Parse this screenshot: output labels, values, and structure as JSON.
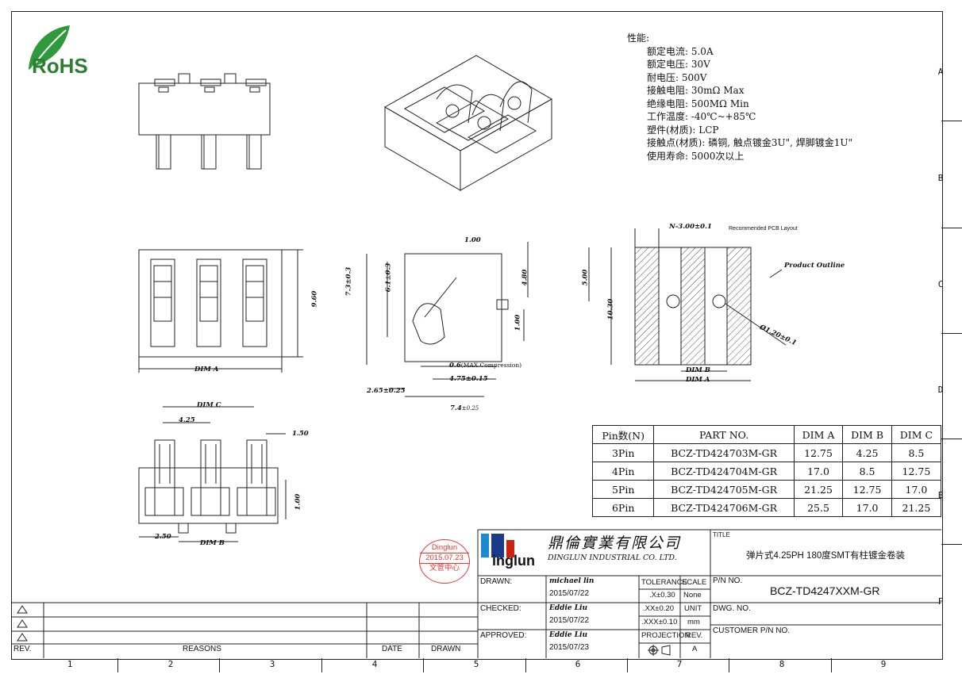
{
  "rohs": {
    "logo_text": "RoHS"
  },
  "specs": {
    "heading": "性能:",
    "lines": [
      "额定电流: 5.0A",
      "额定电压: 30V",
      "耐电压: 500V",
      "接触电阻: 30mΩ Max",
      "绝缘电阻: 500MΩ Min",
      "工作温度: -40℃~+85℃",
      "塑件(材质): LCP",
      "接触点(材质): 磷铜, 触点镀金3U\", 焊脚镀金1U\"",
      "使用寿命: 5000次以上"
    ]
  },
  "row_letters": [
    "A",
    "B",
    "C",
    "D",
    "E",
    "F"
  ],
  "col_numbers": [
    "1",
    "2",
    "3",
    "4",
    "5",
    "6",
    "7",
    "8",
    "9"
  ],
  "dims": {
    "front_dim_a": "DIM A",
    "front_960": "9.60",
    "side_100": "1.00",
    "side_480": "4.80",
    "side_73": "7.3±0.3",
    "side_61": "6.1±0.3",
    "side_100b": "1.00",
    "side_06": "0.6",
    "side_06_note": "(MAX.Compression)",
    "side_475": "4.75±0.15",
    "side_265": "2.65±0.25",
    "side_74": "7.4",
    "side_74_tol": "±0.25",
    "pcb_n": "N-3.00±0.1",
    "pcb_rec": "Recommended PCB Layout",
    "pcb_outline": "Product Outline",
    "pcb_500": "5.00",
    "pcb_1030": "10.30",
    "pcb_hole": "Ø1.20±0.1",
    "pcb_dim_b": "DIM B",
    "pcb_dim_a": "DIM A",
    "bot_dim_c": "DIM C",
    "bot_425": "4.25",
    "bot_150": "1.50",
    "bot_100": "1.00",
    "bot_250": "2.50",
    "bot_dim_b": "DIM B"
  },
  "part_table": {
    "headers": [
      "Pin数(N)",
      "PART NO.",
      "DIM A",
      "DIM B",
      "DIM C"
    ],
    "rows": [
      [
        "3Pin",
        "BCZ-TD424703M-GR",
        "12.75",
        "4.25",
        "8.5"
      ],
      [
        "4Pin",
        "BCZ-TD424704M-GR",
        "17.0",
        "8.5",
        "12.75"
      ],
      [
        "5Pin",
        "BCZ-TD424705M-GR",
        "21.25",
        "12.75",
        "17.0"
      ],
      [
        "6Pin",
        "BCZ-TD424706M-GR",
        "25.5",
        "17.0",
        "21.25"
      ]
    ]
  },
  "stamp": {
    "line1": "Dinglun",
    "line2": "2015.07.23",
    "line3": "文管中心"
  },
  "company": {
    "logo_text": "inglun",
    "name_cn": "鼎倫實業有限公司",
    "name_en": "DINGLUN INDUSTRIAL CO. LTD."
  },
  "title_block": {
    "title_label": "TITLE",
    "title": "弹片式4.25PH 180度SMT有柱镀金卷装",
    "pn_label": "P/N NO.",
    "pn": "BCZ-TD4247XXM-GR",
    "dwg_label": "DWG. NO.",
    "customer_label": "CUSTOMER P/N NO.",
    "drawn_label": "DRAWN:",
    "drawn_by": "michael lin",
    "drawn_date": "2015/07/22",
    "checked_label": "CHECKED:",
    "checked_by": "Eddie Liu",
    "checked_date": "2015/07/22",
    "approved_label": "APPROVED:",
    "approved_by": "Eddie Liu",
    "approved_date": "2015/07/23",
    "tolerance_label": "TOLERANCE",
    "tol1": ".X±0.30",
    "tol2": ".XX±0.20",
    "tol3": ".XXX±0.10",
    "projection_label": "PROJECTION",
    "scale_label": "SCALE",
    "scale": "None",
    "unit_label": "UNIT",
    "unit": "mm",
    "rev_label": "REV.",
    "rev": "A"
  },
  "revision_block": {
    "rev_label": "REV.",
    "reasons_label": "REASONS",
    "date_label": "DATE",
    "drawn_label": "DRAWN"
  }
}
